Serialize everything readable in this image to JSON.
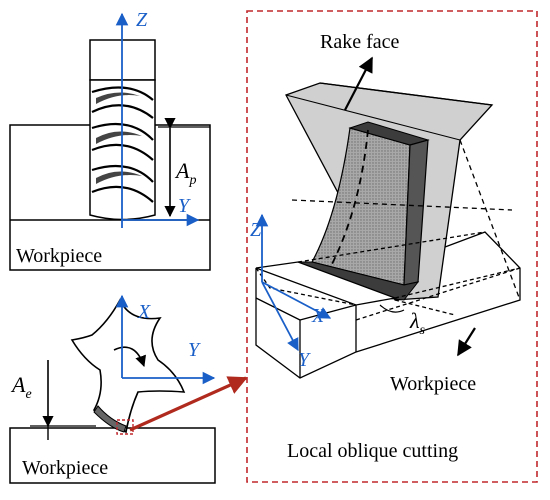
{
  "labels": {
    "workpiece_top": "Workpiece",
    "workpiece_bottom": "Workpiece",
    "workpiece_right": "Workpiece",
    "rake_face": "Rake face",
    "local_oblique": "Local oblique cutting"
  },
  "axes": {
    "top_z": "Z",
    "top_y": "Y",
    "bottom_x": "X",
    "bottom_y": "Y",
    "right_z": "Z",
    "right_x": "X",
    "right_y": "Y"
  },
  "symbols": {
    "ap_main": "A",
    "ap_sub": "p",
    "ae_main": "A",
    "ae_sub": "e",
    "lambda_main": "λ",
    "lambda_sub": "s"
  },
  "colors": {
    "axis": "#1a5fc8",
    "frame": "#c0282d",
    "arrow": "#b02a1e",
    "rake_fill": "#d0d0d0",
    "blade_fill": "#555555",
    "face_fill": "#9a9a9a"
  }
}
